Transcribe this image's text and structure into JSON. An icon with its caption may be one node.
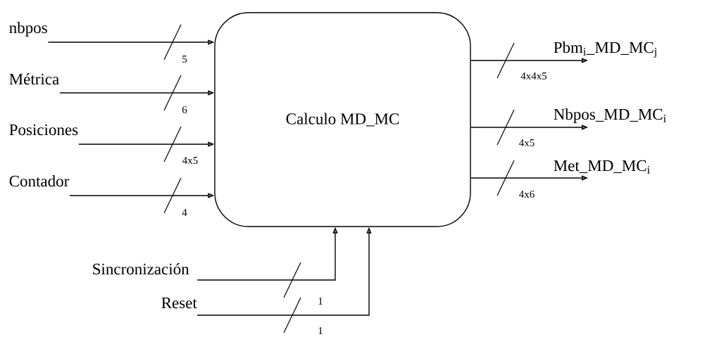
{
  "diagram": {
    "nodes": [
      {
        "text": [
          "Calculo MD_MC"
        ]
      },
      {
        "text": [
          "nbpos"
        ]
      },
      {
        "text": [
          "Métrica"
        ]
      },
      {
        "text": [
          "Posiciones"
        ]
      },
      {
        "text": [
          "Contador"
        ]
      },
      {
        "text": [
          "Sincronización"
        ]
      },
      {
        "text": [
          "Reset"
        ]
      },
      {
        "text": [
          "Pbm$_{i}$_MD_MC$_{j}$"
        ]
      },
      {
        "text": [
          "Nbpos_MD_MC$_{i}$"
        ]
      },
      {
        "text": [
          "Met_MD_MC$_{i}$"
        ]
      }
    ],
    "edges": [
      {
        "from": 1,
        "to": 0,
        "arrow": "to",
        "label": "5"
      },
      {
        "from": 2,
        "to": 0,
        "arrow": "to",
        "label": "6"
      },
      {
        "from": 3,
        "to": 0,
        "arrow": "to",
        "label": "4x5"
      },
      {
        "from": 4,
        "to": 0,
        "arrow": "to",
        "label": "4"
      },
      {
        "from": 5,
        "to": 0,
        "arrow": "to",
        "label": "1"
      },
      {
        "from": 6,
        "to": 0,
        "arrow": "to",
        "label": "1"
      },
      {
        "from": 0,
        "to": 7,
        "arrow": "to",
        "label": "4x4x5"
      },
      {
        "from": 0,
        "to": 8,
        "arrow": "to",
        "label": "4x5"
      },
      {
        "from": 0,
        "to": 9,
        "arrow": "to",
        "label": "4x6"
      }
    ]
  }
}
